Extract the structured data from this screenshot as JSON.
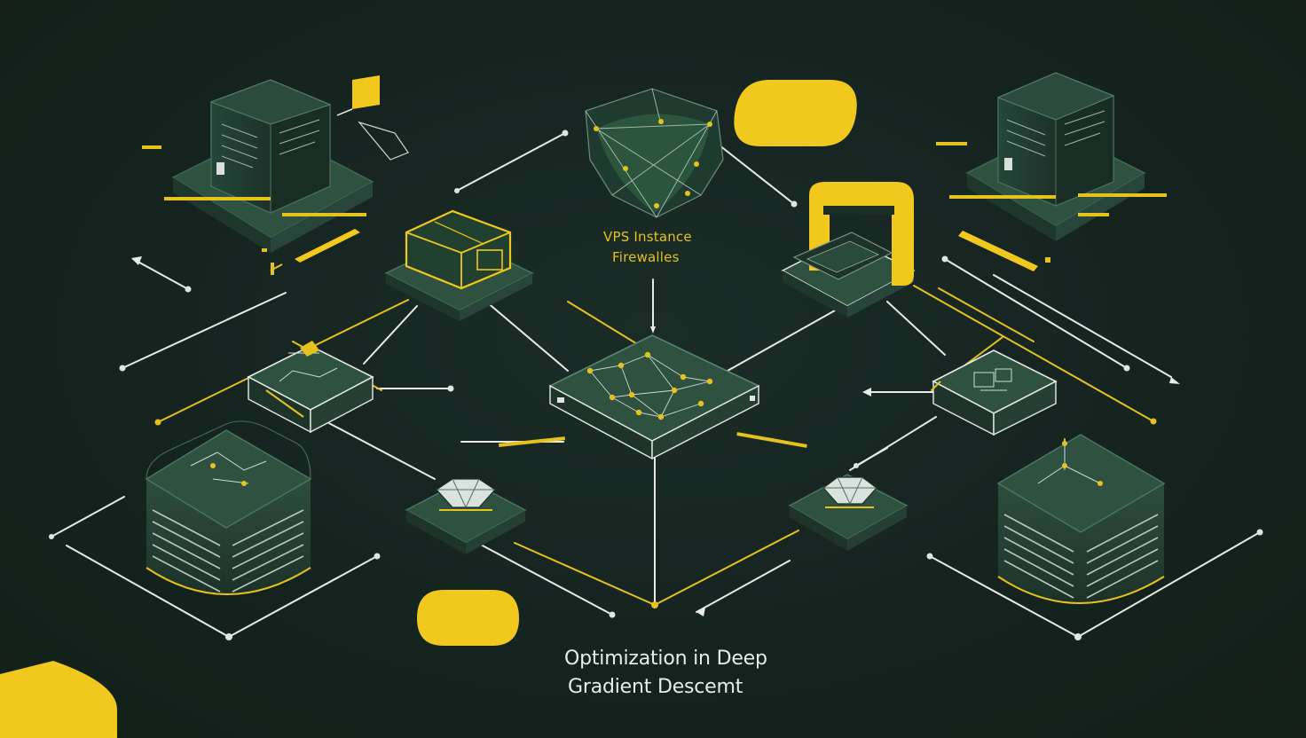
{
  "labels": {
    "center_line1": "VPS Instance",
    "center_line2": "Firewalles"
  },
  "title": {
    "line1": "Optimization in Deep",
    "line2": "Gradient Descemt"
  },
  "colors": {
    "background": "#15231f",
    "node_green": "#2f4f3f",
    "accent_yellow": "#f1c81e",
    "line_white": "#e8ece9"
  }
}
